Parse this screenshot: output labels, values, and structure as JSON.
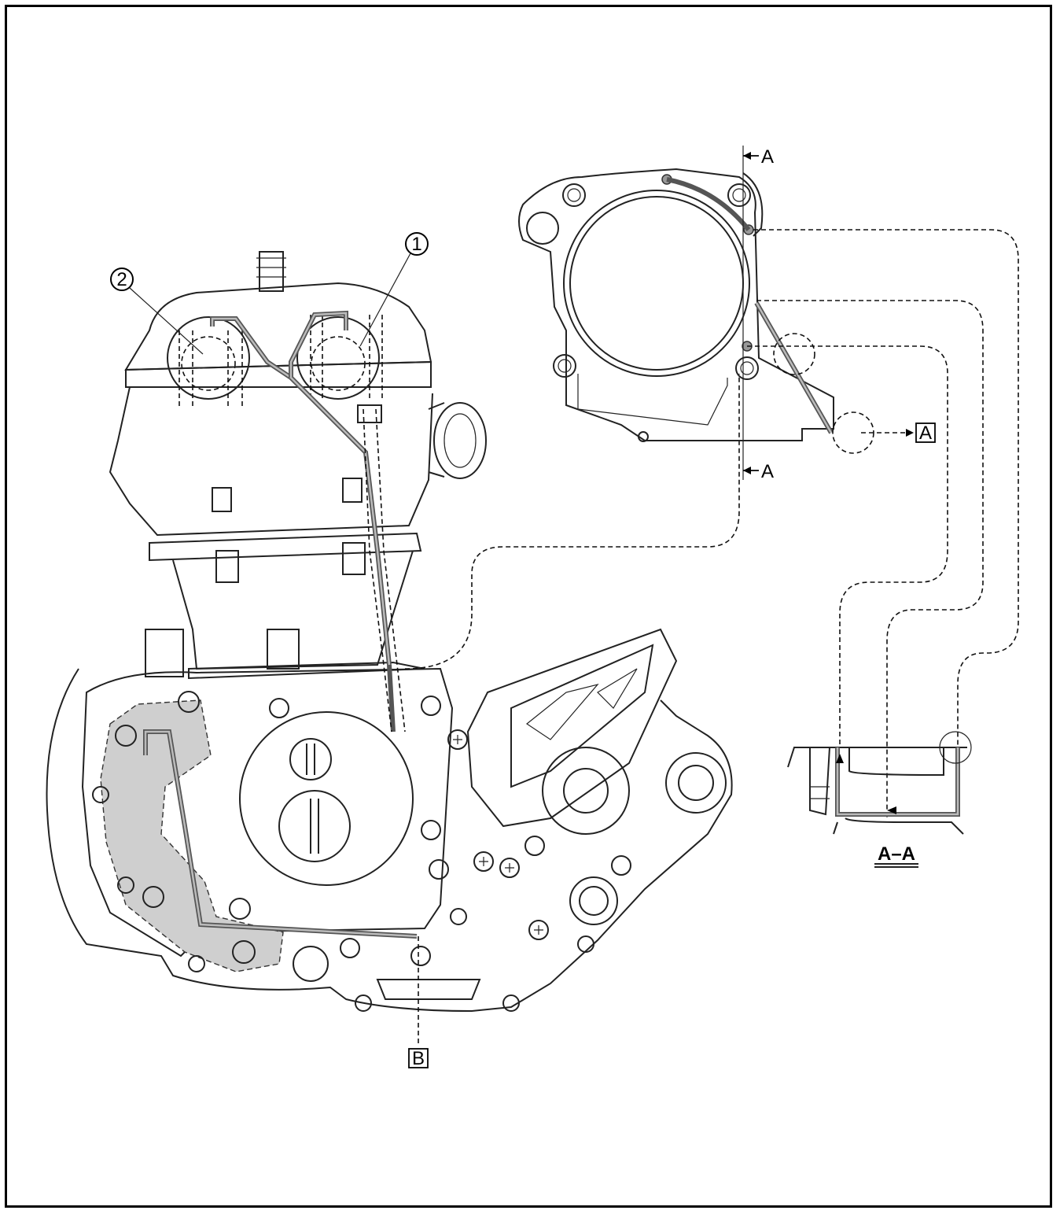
{
  "labels": {
    "callout_1": "1",
    "callout_2": "2",
    "section_mark_top": "A",
    "section_mark_bottom": "A",
    "box_a": "A",
    "box_b": "B",
    "section_title": "A–A"
  },
  "colors": {
    "line": "#222222",
    "pipe": "#555555",
    "shade": "#cfcfcf"
  }
}
